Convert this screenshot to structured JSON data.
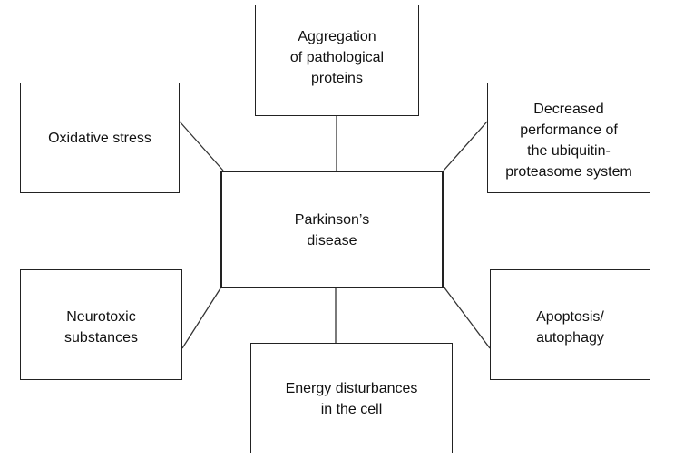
{
  "diagram": {
    "center": {
      "label": "Parkinson’s\ndisease"
    },
    "factors": {
      "aggregation": {
        "label": "Aggregation\nof pathological\nproteins"
      },
      "oxidative": {
        "label": "Oxidative stress"
      },
      "ups": {
        "label": "Decreased\nperformance of\nthe ubiquitin-\nproteasome system"
      },
      "neurotoxic": {
        "label": "Neurotoxic\nsubstances"
      },
      "apoptosis": {
        "label": "Apoptosis/\nautophagy"
      },
      "energy": {
        "label": "Energy disturbances\nin the cell"
      }
    }
  }
}
